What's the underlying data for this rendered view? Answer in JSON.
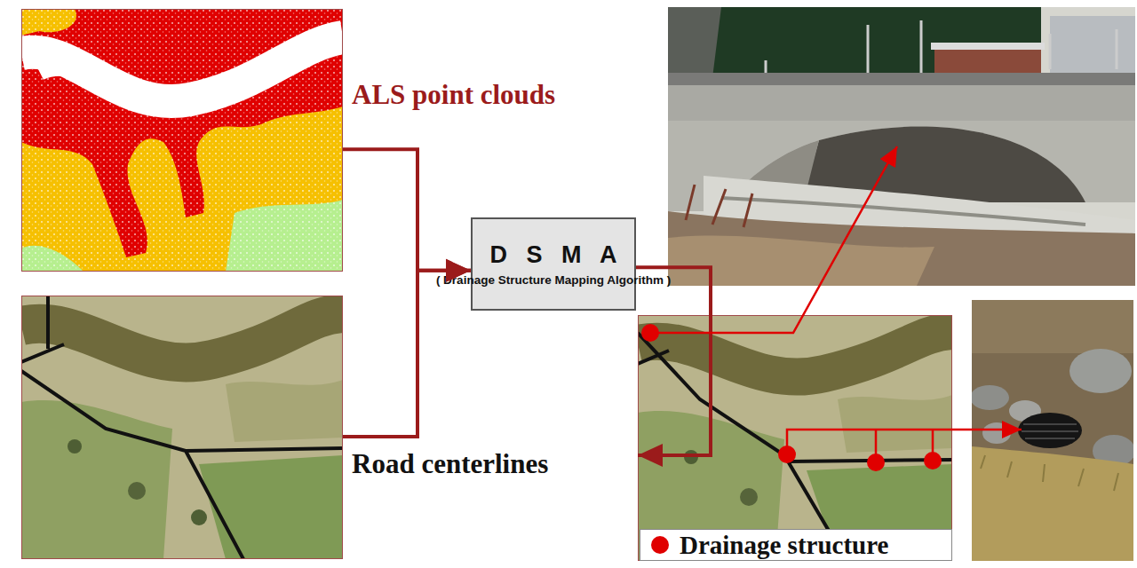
{
  "diagram": {
    "nodes": [
      {
        "text": [
          "ALS point clouds"
        ]
      },
      {
        "text": [
          "Road centerlines"
        ]
      },
      {
        "text": [
          "D S M A",
          "( Drainage Structure Mapping Algorithm )"
        ]
      },
      {
        "text": []
      }
    ],
    "edges": [
      {
        "from": 0,
        "to": 2,
        "arrow": "to"
      },
      {
        "from": 1,
        "to": 2,
        "arrow": "to"
      },
      {
        "from": 2,
        "to": 3,
        "arrow": "to"
      }
    ],
    "legend": [
      {
        "text": "Drainage structure"
      }
    ]
  }
}
